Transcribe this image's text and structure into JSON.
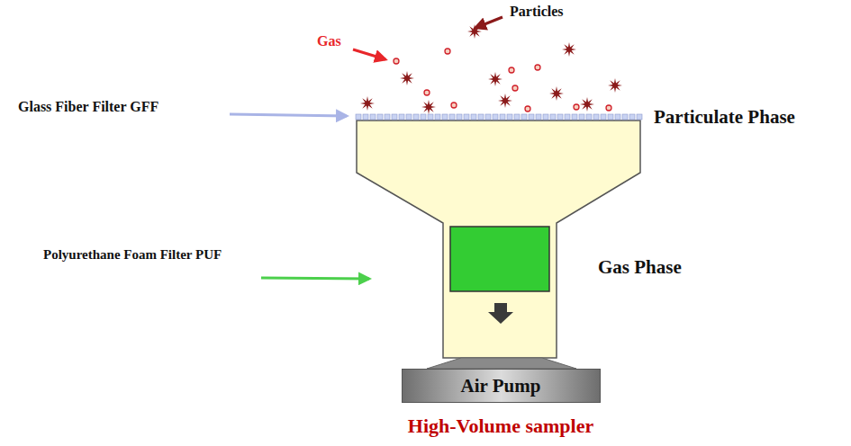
{
  "diagram": {
    "caption": "High-Volume sampler",
    "nodes": [
      {
        "text": [
          "Air Pump"
        ]
      }
    ],
    "labels": [
      "Particles",
      "Gas",
      "Glass Fiber Filter GFF",
      "Particulate Phase",
      "Polyurethane Foam Filter PUF",
      "Gas Phase"
    ]
  }
}
